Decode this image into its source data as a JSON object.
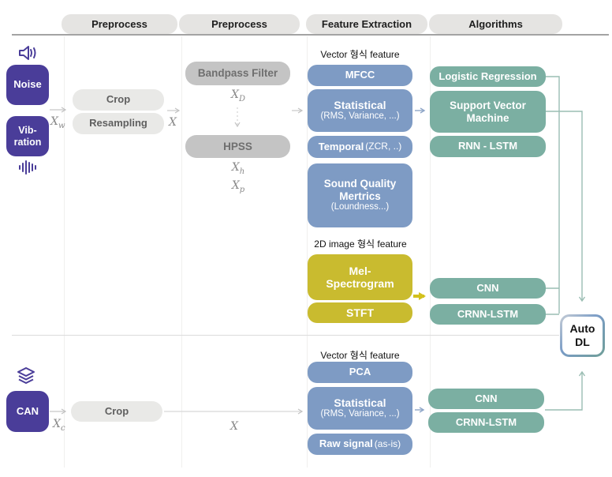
{
  "headers": [
    {
      "label": "Preprocess"
    },
    {
      "label": "Preprocess"
    },
    {
      "label": "Feature Extraction"
    },
    {
      "label": "Algorithms"
    }
  ],
  "sources": {
    "noise": "Noise",
    "vibration_line1": "Vib-",
    "vibration_line2": "ration",
    "can": "CAN"
  },
  "icons": {
    "speaker": "speaker-icon",
    "waveform": "waveform-icon",
    "layers": "layers-icon"
  },
  "preprocess1": {
    "crop": "Crop",
    "resampling": "Resampling",
    "crop_bottom": "Crop"
  },
  "preprocess2": {
    "bandpass": "Bandpass Filter",
    "hpss": "HPSS"
  },
  "feature_extraction_top": {
    "section_label": "Vector 형식 feature",
    "mfcc": "MFCC",
    "statistical_title": "Statistical",
    "statistical_sub": "(RMS, Variance, ...)",
    "temporal_bold": "Temporal",
    "temporal_rest": " (ZCR, ..)",
    "sq_line1": "Sound Quality",
    "sq_line2": "Mertrics",
    "sq_line3": "(Loundness...)",
    "image_section_label": "2D image 형식 feature",
    "mel_line1": "Mel-",
    "mel_line2": "Spectrogram",
    "stft": "STFT"
  },
  "feature_extraction_bottom": {
    "section_label": "Vector 형식 feature",
    "pca": "PCA",
    "statistical_title": "Statistical",
    "statistical_sub": "(RMS, Variance, ...)",
    "raw_bold": "Raw signal",
    "raw_rest": " (as-is)"
  },
  "algorithms_top": {
    "logistic": "Logistic Regression",
    "svm_line1": "Support Vector",
    "svm_line2": "Machine",
    "rnn": "RNN - LSTM",
    "cnn": "CNN",
    "crnn": "CRNN-LSTM"
  },
  "algorithms_bottom": {
    "cnn": "CNN",
    "crnn": "CRNN-LSTM"
  },
  "auto_dl": {
    "line1": "Auto",
    "line2": "DL"
  },
  "math": {
    "xw": {
      "base": "X",
      "sub": "w"
    },
    "x_top": {
      "base": "X"
    },
    "xd": {
      "base": "X",
      "sub": "D"
    },
    "xh": {
      "base": "X",
      "sub": "h"
    },
    "xp": {
      "base": "X",
      "sub": "p"
    },
    "xc": {
      "base": "X",
      "sub": "c"
    },
    "x_bottom": {
      "base": "X"
    }
  },
  "colors": {
    "purple": "#4a3d99",
    "blue": "#7e9bc4",
    "green": "#7bafa2",
    "yellow": "#c9bb2f",
    "gray_box_light": "#e9e9e7",
    "gray_box_mid": "#c4c4c4",
    "header_pill": "#e5e4e2",
    "teal_connector": "#9abdb3",
    "gray_connector": "#c2c2c2"
  }
}
